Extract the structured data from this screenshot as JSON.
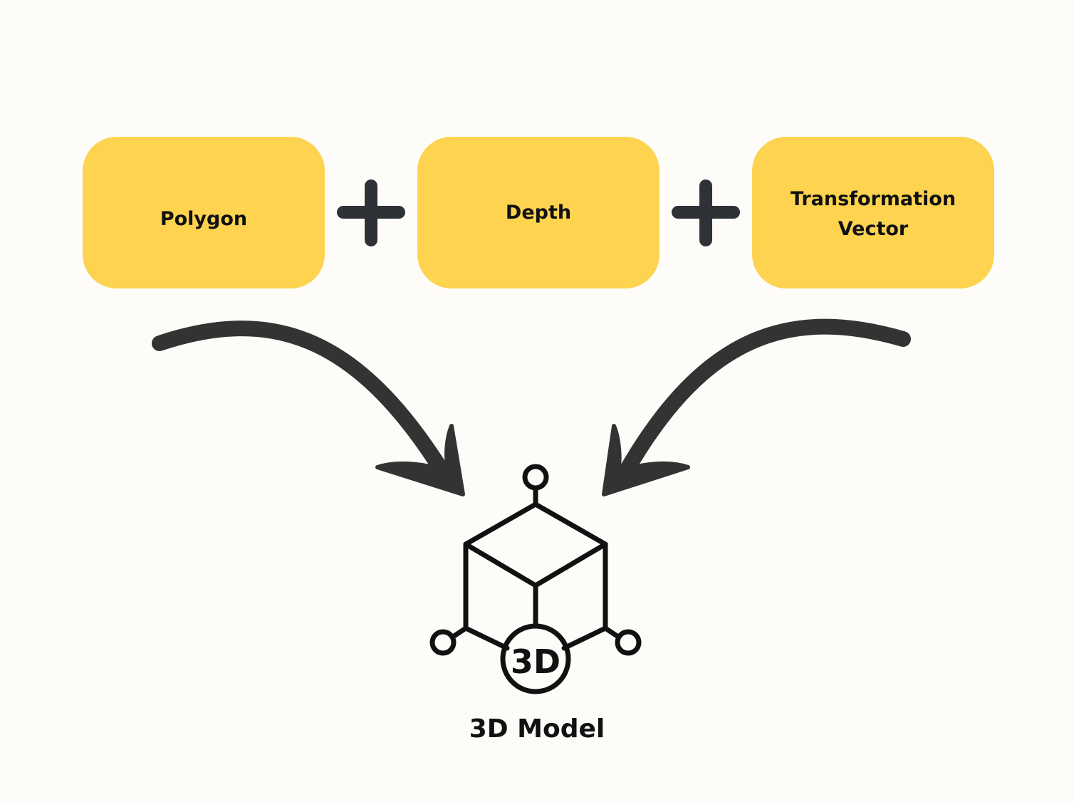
{
  "inputs": [
    {
      "id": "polygon",
      "label": "Polygon"
    },
    {
      "id": "depth",
      "label": "Depth"
    },
    {
      "id": "transformation-vector",
      "label_lines": [
        "Transformation",
        "Vector"
      ]
    }
  ],
  "cube_badge": "3D",
  "output": {
    "label": "3D Model"
  },
  "colors": {
    "box_fill": "#FDD34F",
    "ink": "#111111",
    "operator": "#2E3237",
    "arrow": "#333333",
    "background": "#FDFCF8"
  },
  "icons": {
    "operator": "plus-icon",
    "flow": "curved-arrow-icon",
    "output": "3d-cube-icon"
  }
}
